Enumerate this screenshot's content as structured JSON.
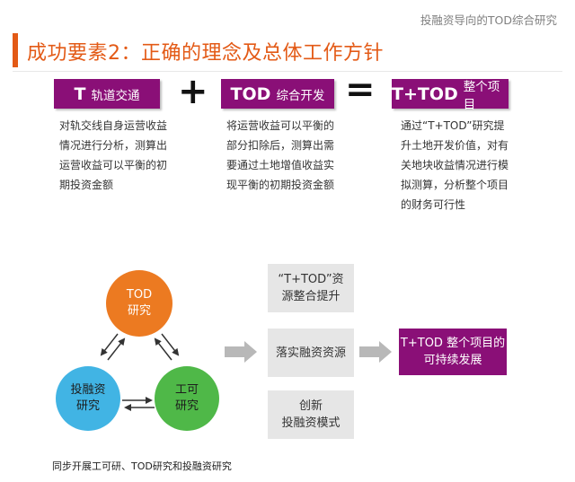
{
  "header": {
    "top_label": "投融资导向的TOD综合研究",
    "title": "成功要素2：正确的理念及总体工作方针"
  },
  "formula": {
    "t_tag": {
      "main": "T",
      "sub": "轨道交通"
    },
    "tod_tag": {
      "main": "TOD",
      "sub": "综合开发"
    },
    "total_tag": {
      "main": "T+TOD",
      "sub": "整个项目"
    },
    "plus": "+",
    "equals": "="
  },
  "descriptions": {
    "t": [
      "对轨交线自身运营收益",
      "情况进行分析，测算出",
      "运营收益可以平衡的初",
      "期投资金额"
    ],
    "tod": [
      "将运营收益可以平衡的",
      "部分扣除后，测算出需",
      "要通过土地增值收益实",
      "现平衡的初期投资金额"
    ],
    "total": [
      "通过“T+TOD”研究提",
      "升土地开发价值，对有",
      "关地块收益情况进行模",
      "拟测算，分析整个项目",
      "的财务可行性"
    ]
  },
  "cycle": {
    "tod": [
      "TOD",
      "研究"
    ],
    "investment": [
      "投融资",
      "研究"
    ],
    "feasibility": [
      "工可",
      "研究"
    ],
    "caption": "同步开展工可研、TOD研究和投融资研究"
  },
  "steps": {
    "resources": [
      "“T+TOD”资",
      "源整合提升"
    ],
    "implement": [
      "落实融资资源"
    ],
    "innovate": [
      "创新",
      "投融资模式"
    ]
  },
  "result": [
    "T+TOD 整个项目的",
    "可持续发展"
  ],
  "colors": {
    "accent_orange": "#e35a16",
    "tag_purple": "#8a0f77",
    "circle_orange": "#ec7a21",
    "circle_blue": "#41b4e4",
    "circle_green": "#4fb848",
    "box_gray": "#e6e6e6"
  }
}
